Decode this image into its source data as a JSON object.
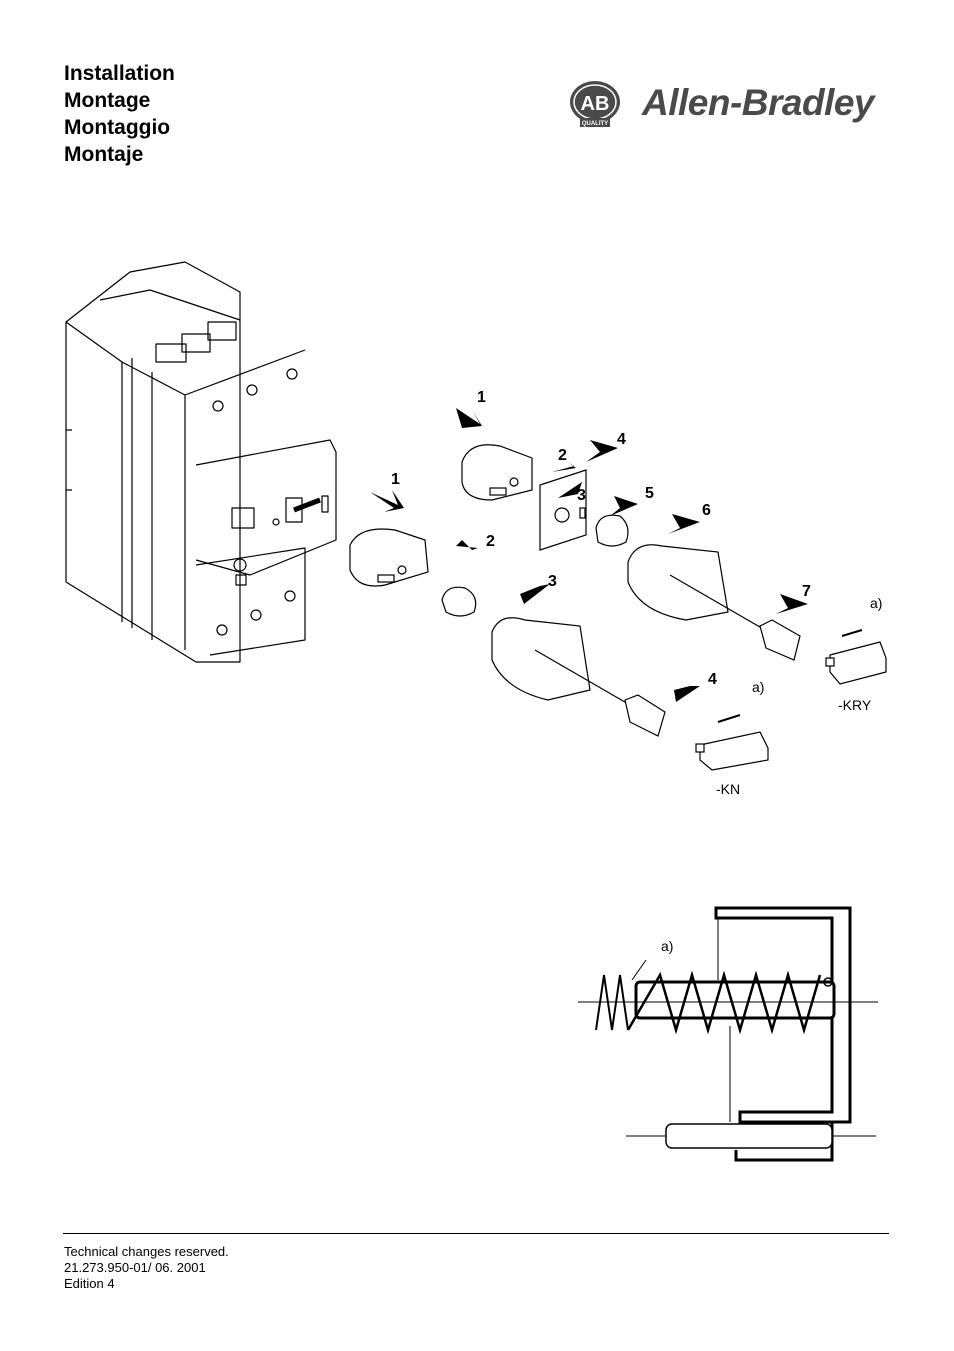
{
  "header": {
    "titles": [
      "Installation",
      "Montage",
      "Montaggio",
      "Montaje"
    ],
    "logo_badge": "AB",
    "logo_badge_sub": "QUALITY",
    "brand_name": "Allen-Bradley",
    "brand_color": "#4a4a4a"
  },
  "diagram": {
    "steps_left": [
      "1",
      "2",
      "3",
      "4"
    ],
    "steps_right": [
      "1",
      "2",
      "3",
      "4",
      "5",
      "6",
      "7"
    ],
    "callout": "a)",
    "variant_kn": "-KN",
    "variant_kry": "-KRY"
  },
  "detail": {
    "callout": "a)"
  },
  "footer": {
    "line1": "Technical changes reserved.",
    "line2": "21.273.950-01/ 06. 2001",
    "line3": "Edition 4"
  }
}
